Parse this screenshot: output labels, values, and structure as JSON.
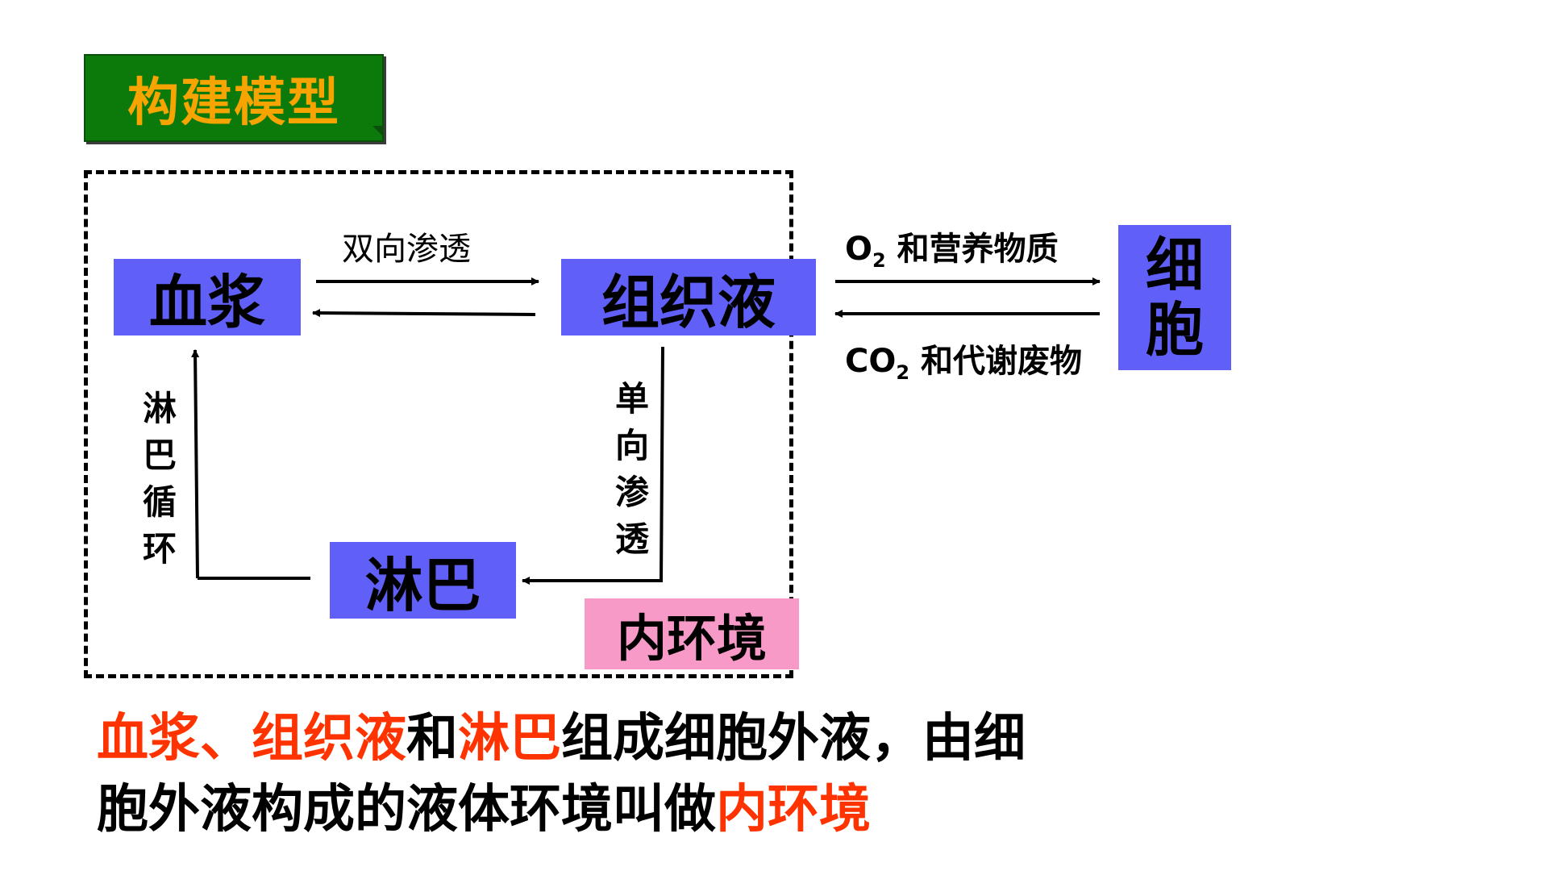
{
  "title": "构建模型",
  "nodes": {
    "plasma": "血浆",
    "tissue_fluid": "组织液",
    "lymph": "淋巴",
    "cell": [
      "细",
      "胞"
    ],
    "internal_env": "内环境"
  },
  "labels": {
    "bidirectional": "双向渗透",
    "unidirectional": [
      "单",
      "向",
      "渗",
      "透"
    ],
    "lymph_circulation": [
      "淋",
      "巴",
      "循",
      "环"
    ],
    "o2_main": "O",
    "o2_sub": "2",
    "o2_rest": " 和营养物质",
    "co2_main": "CO",
    "co2_sub": "2",
    "co2_rest": " 和代谢废物"
  },
  "statement": {
    "line1": [
      {
        "text": "血浆、",
        "color": "red"
      },
      {
        "text": "组织液",
        "color": "red"
      },
      {
        "text": "和",
        "color": "black"
      },
      {
        "text": "淋巴",
        "color": "red"
      },
      {
        "text": "组成细胞外液，由细",
        "color": "black"
      }
    ],
    "line2": [
      {
        "text": "胞外液构成的液体环境叫做",
        "color": "black"
      },
      {
        "text": "内环境",
        "color": "red"
      }
    ]
  },
  "colors": {
    "title_bg": "#0b7a0b",
    "title_text": "#f8a400",
    "node_fill": "#6060f8",
    "internal_env_fill": "#f79ac8",
    "highlight_red": "#ff3300"
  }
}
